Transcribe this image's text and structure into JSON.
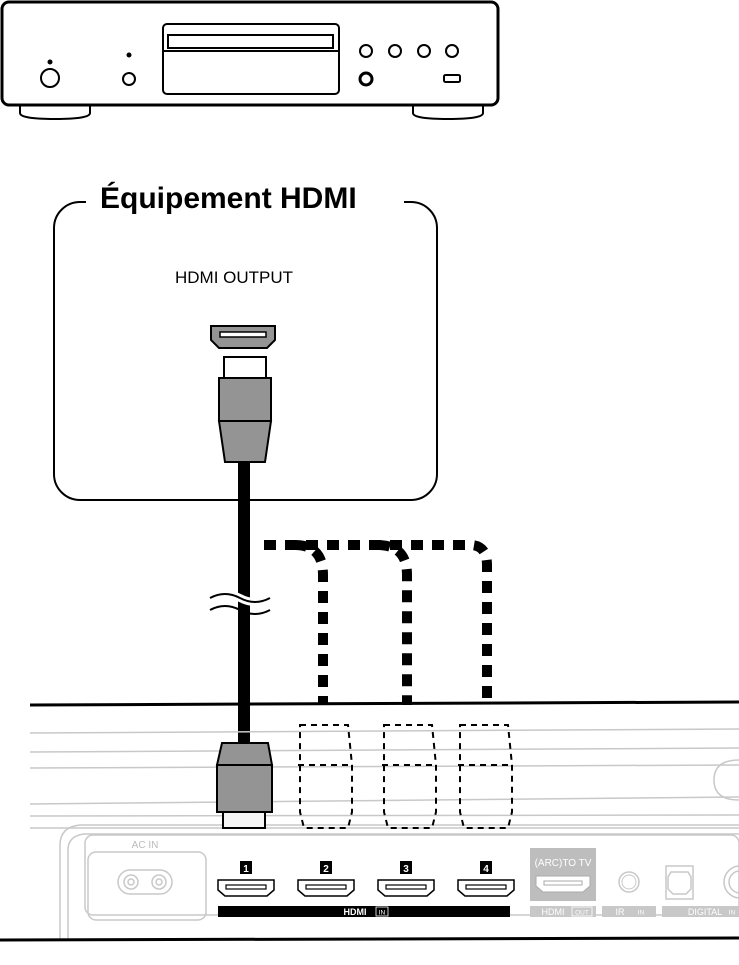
{
  "title": "Équipement HDMI",
  "device_port_label": "HDMI OUTPUT",
  "panel": {
    "ac_in": "AC IN",
    "hdmi_in_numbers": [
      "1",
      "2",
      "3",
      "4"
    ],
    "hdmi_in_label": "HDMI",
    "in_tag": "IN",
    "arc_label": "(ARC)TO TV",
    "hdmi_out_label": "HDMI",
    "out_tag": "OUT",
    "ir_label": "IR",
    "digital_label": "DIGITAL"
  },
  "colors": {
    "connector": "#949494",
    "panel_line": "#c8c8c8",
    "arc_block": "#bdbdbd"
  }
}
